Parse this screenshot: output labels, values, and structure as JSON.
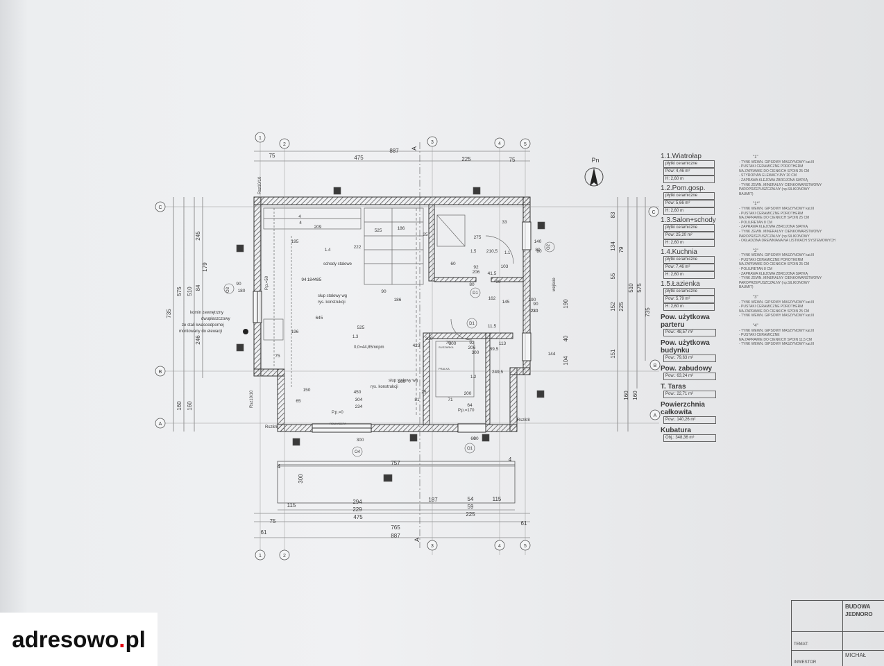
{
  "axes": {
    "top": [
      "1",
      "2",
      "3",
      "4",
      "5"
    ],
    "bottom": [
      "1",
      "2",
      "3",
      "4",
      "5"
    ],
    "left": [
      "C",
      "B",
      "A"
    ],
    "right": [
      "C",
      "B",
      "A"
    ],
    "section": "A"
  },
  "dims_top": {
    "overall": "887",
    "parts": [
      "75",
      "475",
      "225",
      "75"
    ]
  },
  "dims_bottom": {
    "row1": [
      "115",
      "294",
      "187",
      "54",
      "115"
    ],
    "row2": [
      "229",
      "59"
    ],
    "row3": [
      "475",
      "225"
    ],
    "row4": [
      "75",
      "765",
      "61"
    ],
    "row5": [
      "61",
      "887"
    ],
    "terrace_w": "757",
    "terrace_h": "300",
    "ends": [
      "4",
      "4"
    ]
  },
  "dims_left": [
    "735",
    "575",
    "510",
    "84",
    "179",
    "245",
    "246",
    "160",
    "160"
  ],
  "dims_right": [
    "83",
    "134",
    "79",
    "55",
    "152",
    "225",
    "510",
    "575",
    "735",
    "151",
    "104",
    "40",
    "190",
    "160",
    "160"
  ],
  "north": "Pn",
  "plan_labels": {
    "rooms": [
      "1.4",
      "1.5",
      "1.3",
      "1.2",
      "1.1"
    ],
    "stairs": "schody stalowe",
    "column1": [
      "słup stalowy wg",
      "rys. konstrukcji"
    ],
    "column2": [
      "słup stalowy wg",
      "rys. konstrukcji"
    ],
    "level": "0,0=44,85mnpm",
    "chimney": [
      "komin zewnętrzny",
      "dwupłaszczowy",
      "ze stali kwasoodpornej",
      "montowany do elewacji"
    ],
    "entrance": "wejście",
    "lintels": [
      "Rsz10/10",
      "Rsz10/10",
      "Rsz8/8",
      "Rsz8/8"
    ],
    "sill": "P.p.=50",
    "sill2": "P.p.=0",
    "sill3": "P.p.=170",
    "roller": "ROLKASETA",
    "windows": [
      "O3",
      "O2",
      "O4",
      "O1",
      "D1",
      "D1"
    ],
    "window_dims": [
      "90",
      "180",
      "140",
      "80",
      "300",
      "230",
      "60",
      "80",
      "90",
      "220"
    ],
    "interior_dims": [
      "525",
      "186",
      "275",
      "222",
      "209",
      "195",
      "94",
      "184",
      "485",
      "645",
      "196",
      "525",
      "423",
      "450",
      "304",
      "234",
      "65",
      "81",
      "25",
      "71",
      "64",
      "206",
      "200",
      "92",
      "300",
      "70",
      "113",
      "89,5",
      "249,5",
      "210,5",
      "103",
      "92",
      "206",
      "80",
      "162",
      "145",
      "190",
      "90",
      "90",
      "186",
      "80",
      "60",
      "75",
      "144",
      "300",
      "200",
      "150",
      "11,5",
      "41,5",
      "33",
      "25",
      "4",
      "4",
      "300"
    ],
    "boxes": [
      "1",
      "2",
      "2",
      "1*",
      "1*",
      "1*",
      "1*",
      "1*",
      "2",
      "T"
    ],
    "sauna": "SUSZARKA",
    "shower": "PRALKA"
  },
  "rooms": [
    {
      "name": "1.1.Wiatrołap",
      "finish": "płytki ceramiczne",
      "area": "Pow: 4,46 m²",
      "height": "H: 2,60 m"
    },
    {
      "name": "1.2.Pom.gosp.",
      "finish": "płytki ceramiczne",
      "area": "Pow: 5,66 m²",
      "height": "H: 2,60 m"
    },
    {
      "name": "1.3.Salon+schody",
      "finish": "płytki ceramiczne",
      "area": "Pow: 25,20 m²",
      "height": "H: 2,60 m"
    },
    {
      "name": "1.4.Kuchnia",
      "finish": "płytki ceramiczne",
      "area": "Pow: 7,46 m²",
      "height": "H: 2,60 m"
    },
    {
      "name": "1.5.Łazienka",
      "finish": "płytki ceramiczne",
      "area": "Pow: 5,79 m²",
      "height": "H: 2,60 m"
    }
  ],
  "summary": [
    {
      "label": "Pow. użytkowa parteru",
      "value": "Pow.: 48,57 m²"
    },
    {
      "label": "Pow. użytkowa budynku",
      "value": "Pow.: 79,63 m²"
    },
    {
      "label": "Pow. zabudowy",
      "value": "Pow.: 63,24 m²"
    },
    {
      "label": "T. Taras",
      "value": "Pow.: 22,71 m²"
    },
    {
      "label": "Powierzchnia całkowita",
      "value": "Pow.: 140,26 m²"
    },
    {
      "label": "Kubatura",
      "value": "Obj.: 348,36 m³"
    }
  ],
  "specs": [
    {
      "mark": "\"1\"",
      "lines": [
        "- TYNK WEWN. GIPSOWY MASZYNOWY kat.III",
        "- PUSTAKI CERAMICZNE POROTHERM",
        "  NA ZAPRAWIE DO CIENKICH SPOIN 25 CM",
        "- STYROPIAN ELEWACYJNY 20 CM",
        "- ZAPRAWA KLEJOWA ZBROJONA SIATKĄ",
        "- TYNK ZEWN. MINERALNY CIENKOWARSTWOWY",
        "  PAROPRZEPUSZCZALNY (np.SILIKONOWY",
        "  BAUMIT)"
      ]
    },
    {
      "mark": "\"1*\"",
      "lines": [
        "- TYNK WEWN. GIPSOWY MASZYNOWY kat.III",
        "- PUSTAKI CERAMICZNE POROTHERM",
        "  NA ZAPRAWIE DO CIENKICH SPOIN 25 CM",
        "- POLIURETAN 8 CM",
        "- ZAPRAWA KLEJOWA ZBROJONA SIATKĄ",
        "- TYNK ZEWN. MINERALNY CIENKOWARSTWOWY",
        "  PAROPRZEPUSZCZALNY (np.SILIKONOWY",
        "- OKŁADZINA DREWNIANA NA LISTWACH SYSTEMOWYCH"
      ]
    },
    {
      "mark": "\"2\"",
      "lines": [
        "- TYNK WEWN. GIPSOWY MASZYNOWY kat.III",
        "- PUSTAKI CERAMICZNE POROTHERM",
        "  NA ZAPRAWIE DO CIENKICH SPOIN 25 CM",
        "- POLIURETAN 8 CM",
        "- ZAPRAWA KLEJOWA ZBROJONA SIATKĄ",
        "- TYNK ZEWN. MINERALNY CIENKOWARSTWOWY",
        "  PAROPRZEPUSZCZALNY (np.SILIKONOWY",
        "  BAUMIT)"
      ]
    },
    {
      "mark": "\"3\"",
      "lines": [
        "- TYNK WEWN. GIPSOWY MASZYNOWY kat.III",
        "- PUSTAKI CERAMICZNE POROTHERM",
        "  NA ZAPRAWIE DO CIENKICH SPOIN 25 CM",
        "- TYNK WEWN. GIPSOWY MASZYNOWY kat.III"
      ]
    },
    {
      "mark": "\"4\"",
      "lines": [
        "- TYNK WEWN. GIPSOWY MASZYNOWY kat.III",
        "- PUSTAKI CERAMICZNE",
        "  NA ZAPRAWIE DO CIENKICH SPOIN 11,5 CM",
        "- TYNK WEWN. GIPSOWY MASZYNOWY kat.III"
      ]
    }
  ],
  "title_block": {
    "title": "BUDOWA",
    "title2": "JEDNORO",
    "temat": "TEMAT:",
    "investor": "MICHAŁ",
    "investor_label": "INWESTOR"
  },
  "logo": {
    "name": "adresowo",
    "dot": ".",
    "tld": "pl"
  }
}
